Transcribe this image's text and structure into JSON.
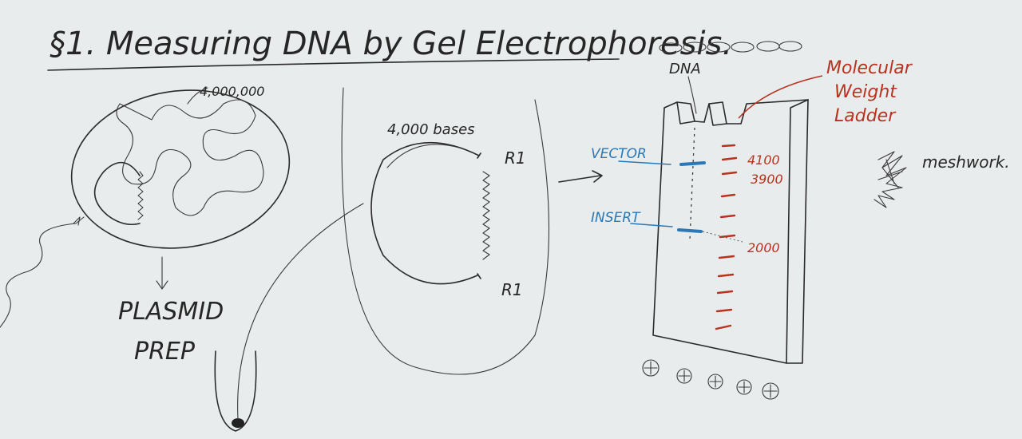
{
  "title": "§1. Measuring DNA by Gel Electrophoresis.",
  "cell": {
    "chromosome_size": "4,000,000",
    "arrow_label": "PLASMID",
    "arrow_label_2": "PREP"
  },
  "plasmid": {
    "size": "4,000 bases",
    "site_top": "R1",
    "site_bottom": "R1"
  },
  "gel": {
    "dna_label": "DNA",
    "ladder_label_1": "Molecular",
    "ladder_label_2": "Weight",
    "ladder_label_3": "Ladder",
    "vector_label": "VECTOR",
    "insert_label": "INSERT",
    "marker_4100": "4100",
    "marker_3900": "3900",
    "marker_2000": "2000",
    "top_charges": [
      "⊖",
      "⊖",
      "⊖",
      "⊖",
      "⊖"
    ],
    "bottom_charges": [
      "⊕",
      "⊕",
      "⊕",
      "⊕",
      "⊕"
    ]
  },
  "meshwork": {
    "label": "meshwork."
  },
  "colors": {
    "red": "#b8321f",
    "blue": "#2a78b8",
    "ink": "#262626",
    "board": "#e9ecec"
  }
}
